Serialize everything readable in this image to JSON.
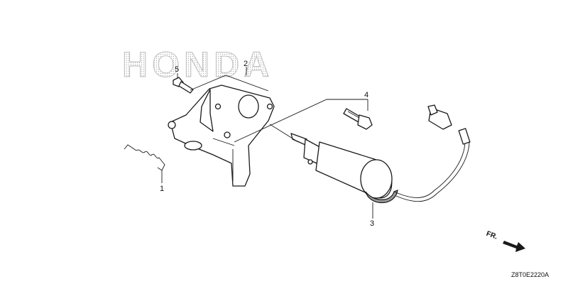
{
  "watermark": "HONDA",
  "callouts": [
    {
      "label": "1",
      "name": "spring"
    },
    {
      "label": "2",
      "name": "bracket"
    },
    {
      "label": "3",
      "name": "solenoid"
    },
    {
      "label": "4",
      "name": "bolt-large"
    },
    {
      "label": "5",
      "name": "bolt-small"
    }
  ],
  "direction_label": "FR.",
  "diagram_code": "Z8T0E2220A"
}
